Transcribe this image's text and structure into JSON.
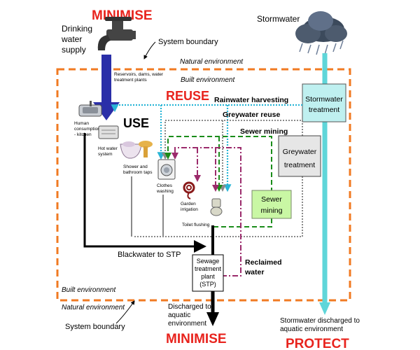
{
  "headings": {
    "minimise_top": "MINIMISE",
    "minimise_bottom": "MINIMISE",
    "reuse": "REUSE",
    "use": "USE",
    "protect": "PROTECT"
  },
  "labels": {
    "drinking_water_1": "Drinking",
    "drinking_water_2": "water",
    "drinking_water_3": "supply",
    "system_boundary_top": "System boundary",
    "system_boundary_bottom": "System boundary",
    "natural_env_top": "Natural environment",
    "natural_env_bottom": "Natural environment",
    "built_env_top": "Built environment",
    "built_env_bottom": "Built environment",
    "reservoirs_1": "Reservoirs, dams, water",
    "reservoirs_2": "treatment plants",
    "stormwater": "Stormwater",
    "rainwater_harvesting": "Rainwater harvesting",
    "greywater_reuse": "Greywater reuse",
    "sewer_mining": "Sewer mining",
    "stormwater_treatment_1": "Stormwater",
    "stormwater_treatment_2": "treatment",
    "greywater_treatment_1": "Greywater",
    "greywater_treatment_2": "treatment",
    "sewer_mining_box_1": "Sewer",
    "sewer_mining_box_2": "mining",
    "human_consumption_1": "Human",
    "human_consumption_2": "consumption",
    "human_consumption_3": "- kitchen",
    "hot_water_1": "Hot water",
    "hot_water_2": "system",
    "shower_1": "Shower and",
    "shower_2": "bathroom taps",
    "clothes_1": "Clothes",
    "clothes_2": "washing",
    "garden_1": "Garden",
    "garden_2": "irrigation",
    "toilet": "Toilet flushing",
    "blackwater": "Blackwater to STP",
    "stp_1": "Sewage",
    "stp_2": "treatment",
    "stp_3": "plant",
    "stp_4": "(STP)",
    "reclaimed_1": "Reclaimed",
    "reclaimed_2": "water",
    "discharged_1": "Discharged to",
    "discharged_2": "aquatic",
    "discharged_3": "environment",
    "stormwater_discharged_1": "Stormwater discharged to",
    "stormwater_discharged_2": "aquatic environment"
  },
  "colors": {
    "heading_red": "#e8231d",
    "boundary_orange": "#f07a22",
    "supply_blue": "#2a2ea8",
    "stormwater_teal": "#5fd6d9",
    "stormwater_box": "#bff0f0",
    "rainwater_dots": "#29b5d6",
    "greywater_dots": "#8a8a8a",
    "sewer_green": "#1a8c1a",
    "sewer_box": "#c9f7a4",
    "reclaimed_purple": "#9b2a6b",
    "grey_pipe": "#8a8a8a"
  },
  "icons": [
    "tap-icon",
    "cloud-rain-icon",
    "sink-icon",
    "hot-water-icon",
    "bathtub-icon",
    "basin-icon",
    "washing-machine-icon",
    "hose-icon",
    "toilet-icon"
  ]
}
